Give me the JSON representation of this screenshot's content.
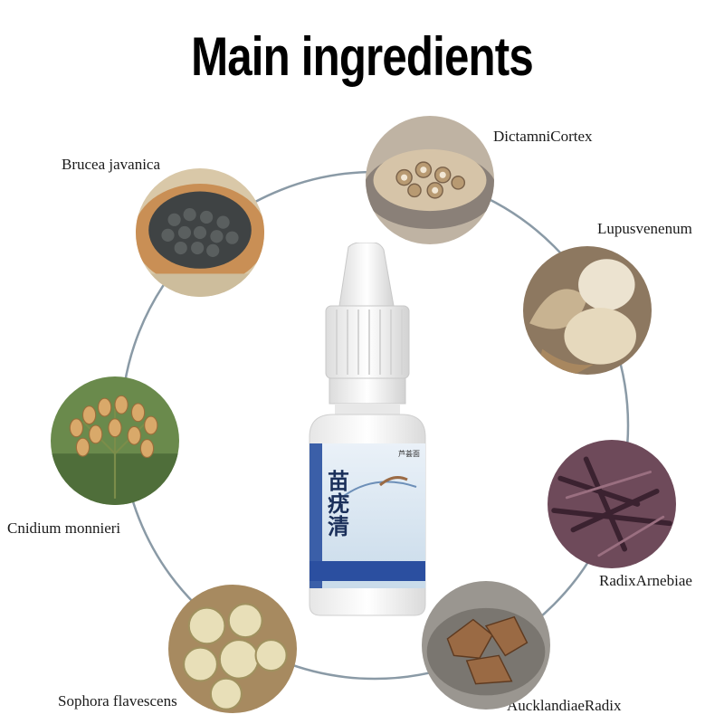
{
  "title": "Main ingredients",
  "ingredients": [
    {
      "name": "Brucea javanica",
      "icon": "brucea-seeds-photo"
    },
    {
      "name": "DictamniCortex",
      "icon": "dictamnus-bark-photo"
    },
    {
      "name": "Lupusvenenum",
      "icon": "lupus-slices-photo"
    },
    {
      "name": "RadixArnebiae",
      "icon": "arnebia-root-photo"
    },
    {
      "name": "AucklandiaeRadix",
      "icon": "aucklandia-root-photo"
    },
    {
      "name": "Sophora flavescens",
      "icon": "sophora-slices-photo"
    },
    {
      "name": "Cnidium monnieri",
      "icon": "cnidium-flower-photo"
    }
  ],
  "product": {
    "brand_cn": "芦荟面",
    "name_cn_1": "苗",
    "name_cn_2": "疣",
    "name_cn_3": "清",
    "icon": "dropper-bottle-product"
  },
  "colors": {
    "ring": "#8a9aa6",
    "label_band": "#2b4fa0"
  }
}
